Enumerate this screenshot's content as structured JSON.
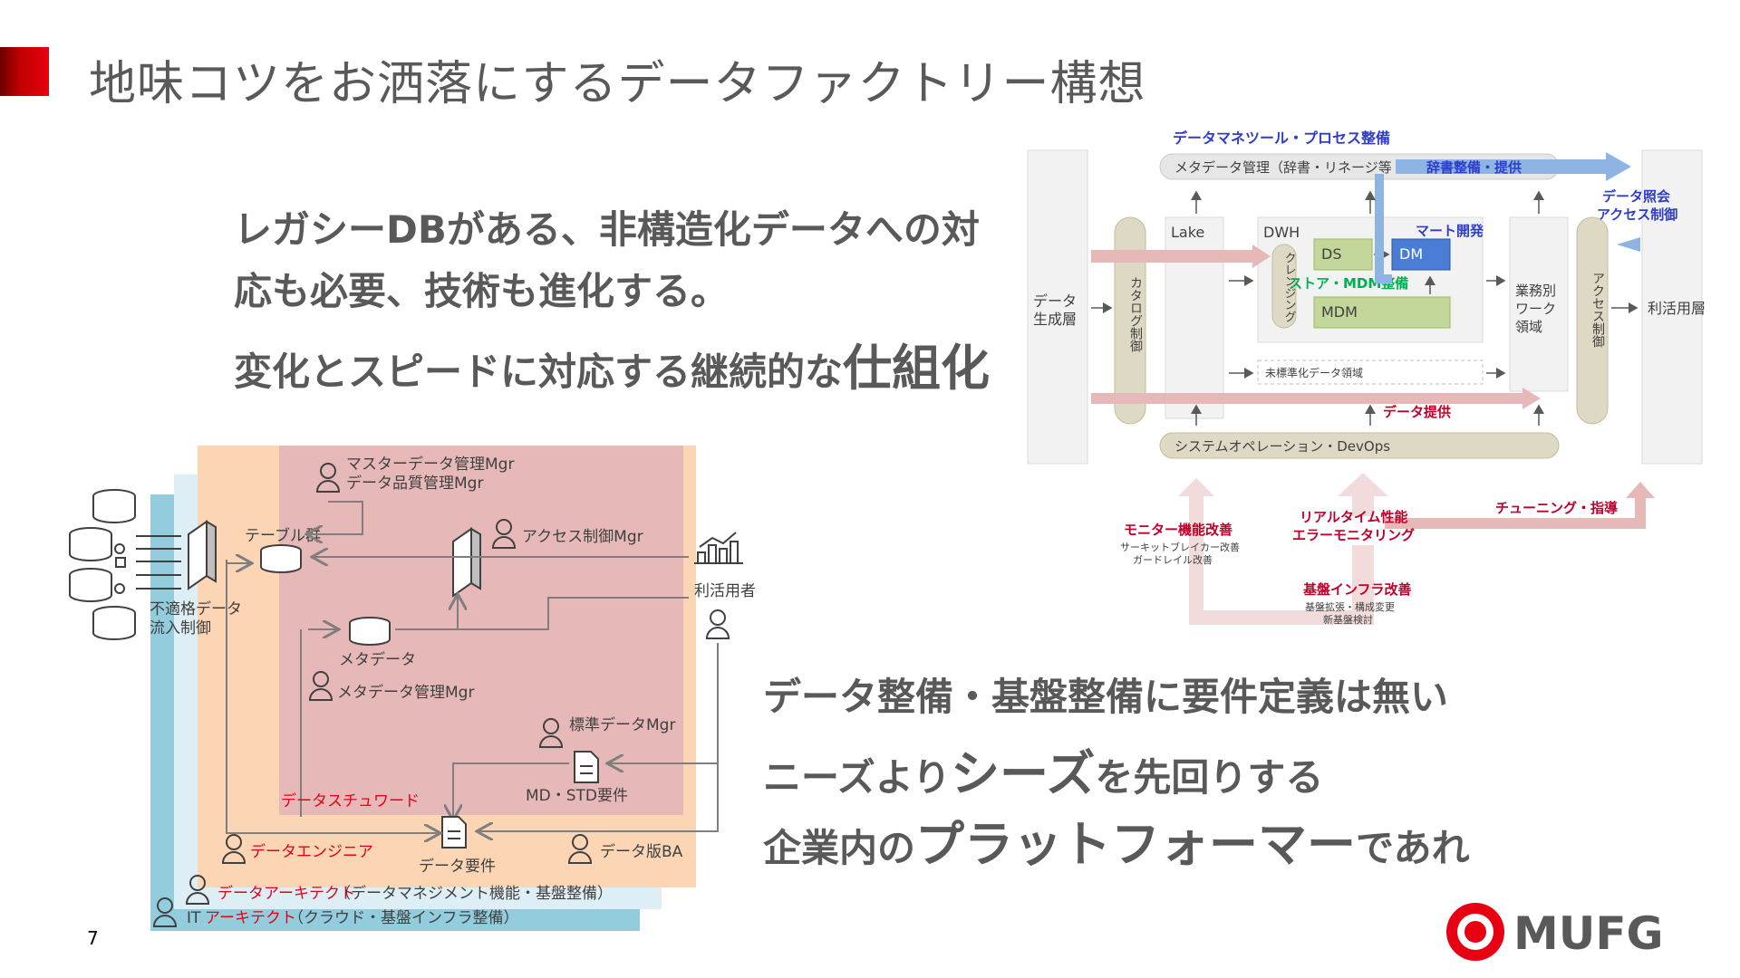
{
  "slide": {
    "title": "地味コツをお洒落にするデータファクトリー構想",
    "page_number": "7",
    "accent_color": "#e60012"
  },
  "message_top": {
    "line1": "レガシーDBがある、非構造化データへの対",
    "line2": "応も必要、技術も進化する。",
    "line3_a": "変化とスピードに対応する継続的な",
    "line3_b": "仕組化"
  },
  "message_bottom": {
    "line1": "データ整備・基盤整備に要件定義は無い",
    "line2_a": "ニーズより",
    "line2_b": "シーズ",
    "line2_c": "を先回りする",
    "line3_a": "企業内の",
    "line3_b": "プラットフォーマー",
    "line3_c": "であれ"
  },
  "org_diagram": {
    "roles": {
      "master_mgr": "マスターデータ管理Mgr",
      "quality_mgr": "データ品質管理Mgr",
      "access_mgr": "アクセス制御Mgr",
      "meta_mgr": "メタデータ管理Mgr",
      "std_mgr": "標準データMgr",
      "data_ba": "データ版BA",
      "data_engineer": "データエンジニア",
      "data_architect": "データアーキテクト",
      "data_architect_note": "（データマネジメント機能・基盤整備）",
      "it_prefix": "IT",
      "it_architect": "アーキテクト",
      "it_architect_note": "（クラウド・基盤インフラ整備）",
      "data_steward": "データスチュワード"
    },
    "objects": {
      "tables": "テーブル群",
      "metadata": "メタデータ",
      "md_std": "MD・STD要件",
      "data_req": "データ要件",
      "user": "利活用者",
      "inflow_line1": "不適格データ",
      "inflow_line2": "流入制御"
    },
    "colors": {
      "steward_layer": "#e6b9b8",
      "engineer_layer": "#fcd5b5",
      "architect_layer": "#deeef5",
      "it_layer": "#93cddd",
      "red_text": "#e60012"
    }
  },
  "arch_diagram": {
    "top_label": "データマネツール・プロセス整備",
    "meta_bar": "メタデータ管理（辞書・リネージ等",
    "dict": "辞書整備・提供",
    "generation_line1": "データ",
    "generation_line2": "生成層",
    "catalog": "カタログ制御",
    "lake": "Lake",
    "dwh": "DWH",
    "cleansing": "クレンジング",
    "ds": "DS",
    "dm": "DM",
    "mart": "マート開発",
    "store_mdm": "ストア・MDM整備",
    "mdm": "MDM",
    "unstd": "未標準化データ領域",
    "biz_line1": "業務別",
    "biz_line2": "ワーク",
    "biz_line3": "領域",
    "access_ctrl": "アクセス制御",
    "use_layer": "利活用層",
    "data_ref_line1": "データ照会",
    "data_ref_line2": "アクセス制御",
    "provide": "データ提供",
    "sysops": "システムオペレーション・DevOps",
    "monitor": "モニター機能改善",
    "monitor_sub1": "サーキットブレイカー改善",
    "monitor_sub2": "ガードレイル改善",
    "realtime_line1": "リアルタイム性能",
    "realtime_line2": "エラーモニタリング",
    "tuning": "チューニング・指導",
    "infra": "基盤インフラ改善",
    "infra_sub1": "基盤拡張・構成変更",
    "infra_sub2": "新基盤検討",
    "colors": {
      "blue_text": "#2e3ec8",
      "red_text": "#c0002a",
      "green_text": "#00b050",
      "green_box": "#c4d79b",
      "blue_box": "#4a7ed6",
      "blue_arrow": "#8db4e2",
      "pink_arrow": "#e6b9b8"
    }
  },
  "logo": {
    "text": "MUFG",
    "color": "#e60012"
  }
}
